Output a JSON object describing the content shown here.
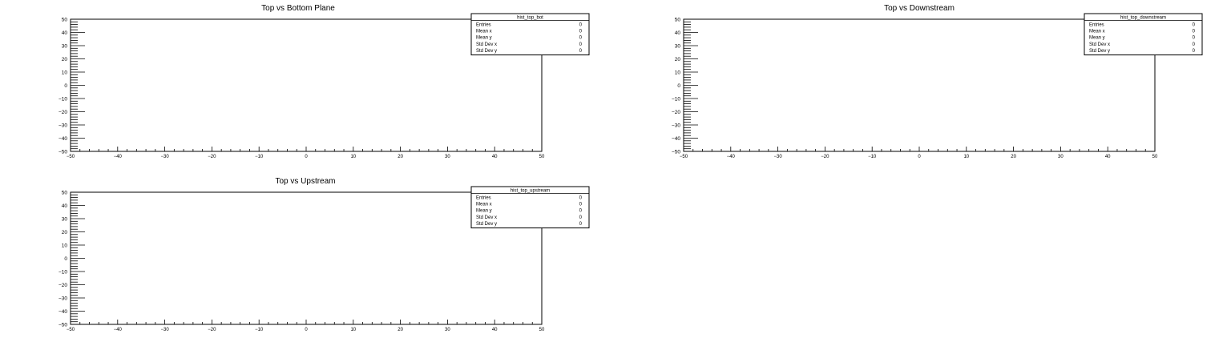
{
  "chart_data": [
    {
      "type": "heatmap",
      "title": "Top vs Bottom Plane",
      "xlabel": "",
      "ylabel": "",
      "xlim": [
        -50,
        50
      ],
      "ylim": [
        -50,
        50
      ],
      "x_ticks": [
        "−50",
        "−40",
        "−30",
        "−20",
        "−10",
        "0",
        "10",
        "20",
        "30",
        "40",
        "50"
      ],
      "y_ticks": [
        "−50",
        "−40",
        "−30",
        "−20",
        "−10",
        "0",
        "10",
        "20",
        "30",
        "40",
        "50"
      ],
      "values": [],
      "stats": {
        "name": "hist_top_bot",
        "rows": [
          {
            "label": "Entries",
            "value": "0"
          },
          {
            "label": "Mean x",
            "value": "0"
          },
          {
            "label": "Mean y",
            "value": "0"
          },
          {
            "label": "Std Dev x",
            "value": "0"
          },
          {
            "label": "Std Dev y",
            "value": "0"
          }
        ]
      }
    },
    {
      "type": "heatmap",
      "title": "Top vs Downstream",
      "xlabel": "",
      "ylabel": "",
      "xlim": [
        -50,
        50
      ],
      "ylim": [
        -50,
        50
      ],
      "x_ticks": [
        "−50",
        "−40",
        "−30",
        "−20",
        "−10",
        "0",
        "10",
        "20",
        "30",
        "40",
        "50"
      ],
      "y_ticks": [
        "−50",
        "−40",
        "−30",
        "−20",
        "−10",
        "0",
        "10",
        "20",
        "30",
        "40",
        "50"
      ],
      "values": [],
      "stats": {
        "name": "hist_top_downstream",
        "rows": [
          {
            "label": "Entries",
            "value": "0"
          },
          {
            "label": "Mean x",
            "value": "0"
          },
          {
            "label": "Mean y",
            "value": "0"
          },
          {
            "label": "Std Dev x",
            "value": "0"
          },
          {
            "label": "Std Dev y",
            "value": "0"
          }
        ]
      }
    },
    {
      "type": "heatmap",
      "title": "Top vs Upstream",
      "xlabel": "",
      "ylabel": "",
      "xlim": [
        -50,
        50
      ],
      "ylim": [
        -50,
        50
      ],
      "x_ticks": [
        "−50",
        "−40",
        "−30",
        "−20",
        "−10",
        "0",
        "10",
        "20",
        "30",
        "40",
        "50"
      ],
      "y_ticks": [
        "−50",
        "−40",
        "−30",
        "−20",
        "−10",
        "0",
        "10",
        "20",
        "30",
        "40",
        "50"
      ],
      "values": [],
      "stats": {
        "name": "hist_top_upstream",
        "rows": [
          {
            "label": "Entries",
            "value": "0"
          },
          {
            "label": "Mean x",
            "value": "0"
          },
          {
            "label": "Mean y",
            "value": "0"
          },
          {
            "label": "Std Dev x",
            "value": "0"
          },
          {
            "label": "Std Dev y",
            "value": "0"
          }
        ]
      }
    }
  ],
  "colors": {
    "background": "#ffffff",
    "axis": "#000000",
    "text": "#000000"
  }
}
